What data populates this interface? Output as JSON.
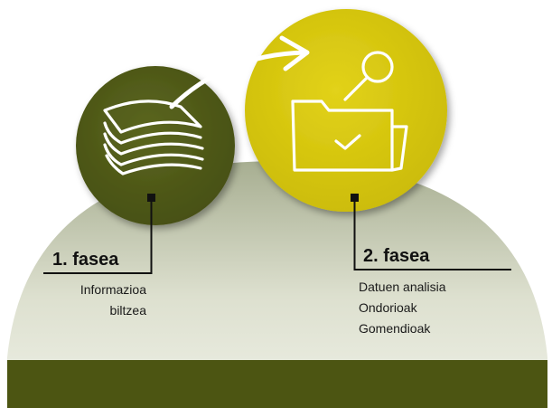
{
  "phases": [
    {
      "title": "1. fasea",
      "lines": [
        "Informazioa",
        "biltzea"
      ],
      "icon": "stack-of-papers-icon",
      "circle_color": "#4e5715"
    },
    {
      "title": "2. fasea",
      "lines": [
        "Datuen analisia",
        "Ondorioak",
        "Gomendioak"
      ],
      "icon": "folder-magnifier-icon",
      "circle_color": "#d3c30a"
    }
  ],
  "colors": {
    "mound_light": "#eef0e6",
    "mound_dark": "#a7ae91",
    "footer_band": "#4c5512",
    "connector": "#111111",
    "icon_stroke": "#ffffff"
  }
}
